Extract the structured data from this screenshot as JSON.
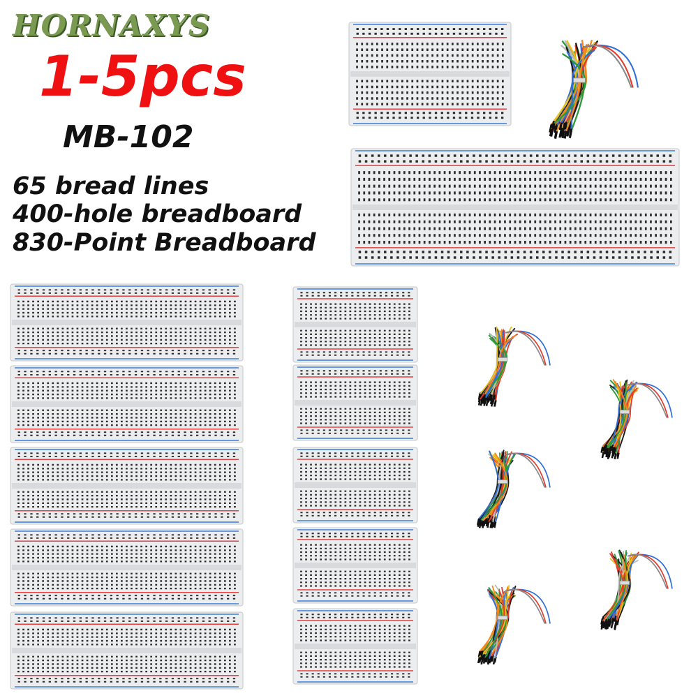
{
  "brand": "HORNAXYS",
  "headline": "1-5pcs",
  "model": "MB-102",
  "specs": [
    "65 bread lines",
    "400-hole breadboard",
    "830-Point Breadboard"
  ],
  "colors": {
    "headline": "#ef1111",
    "brand": "#7a9a52",
    "board": "#ecedef",
    "rail_red": "#e04040",
    "rail_blue": "#3a7fd8",
    "wire_colors": [
      "#1a1a1a",
      "#e8c21c",
      "#e23b2a",
      "#2f6fd6",
      "#2c9a3a",
      "#f08a1c",
      "#ffffff"
    ]
  }
}
